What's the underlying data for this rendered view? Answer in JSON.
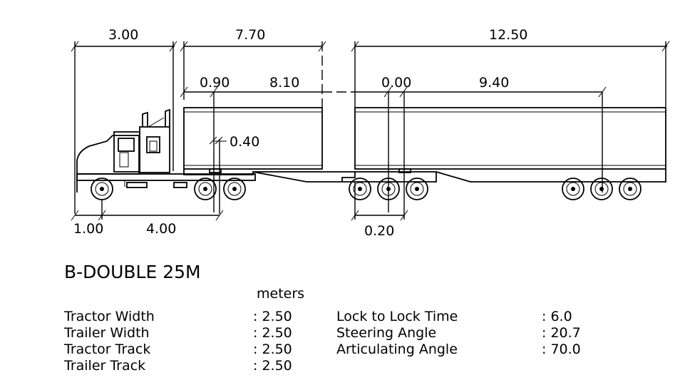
{
  "dimensions": {
    "top": [
      "3.00",
      "7.70",
      "12.50"
    ],
    "inner": [
      "0.90",
      "8.10",
      "0.00",
      "9.40"
    ],
    "side": "0.40",
    "bottom": [
      "1.00",
      "4.00",
      "0.20"
    ]
  },
  "title": "B-DOUBLE 25M",
  "units": "meters",
  "specs_left": [
    {
      "label": "Tractor Width",
      "value": ": 2.50"
    },
    {
      "label": "Trailer Width",
      "value": ": 2.50"
    },
    {
      "label": "Tractor Track",
      "value": ": 2.50"
    },
    {
      "label": "Trailer Track",
      "value": ": 2.50"
    }
  ],
  "specs_right": [
    {
      "label": "Lock to Lock Time",
      "value": ": 6.0"
    },
    {
      "label": "Steering Angle",
      "value": ": 20.7"
    },
    {
      "label": "Articulating Angle",
      "value": ": 70.0"
    }
  ]
}
